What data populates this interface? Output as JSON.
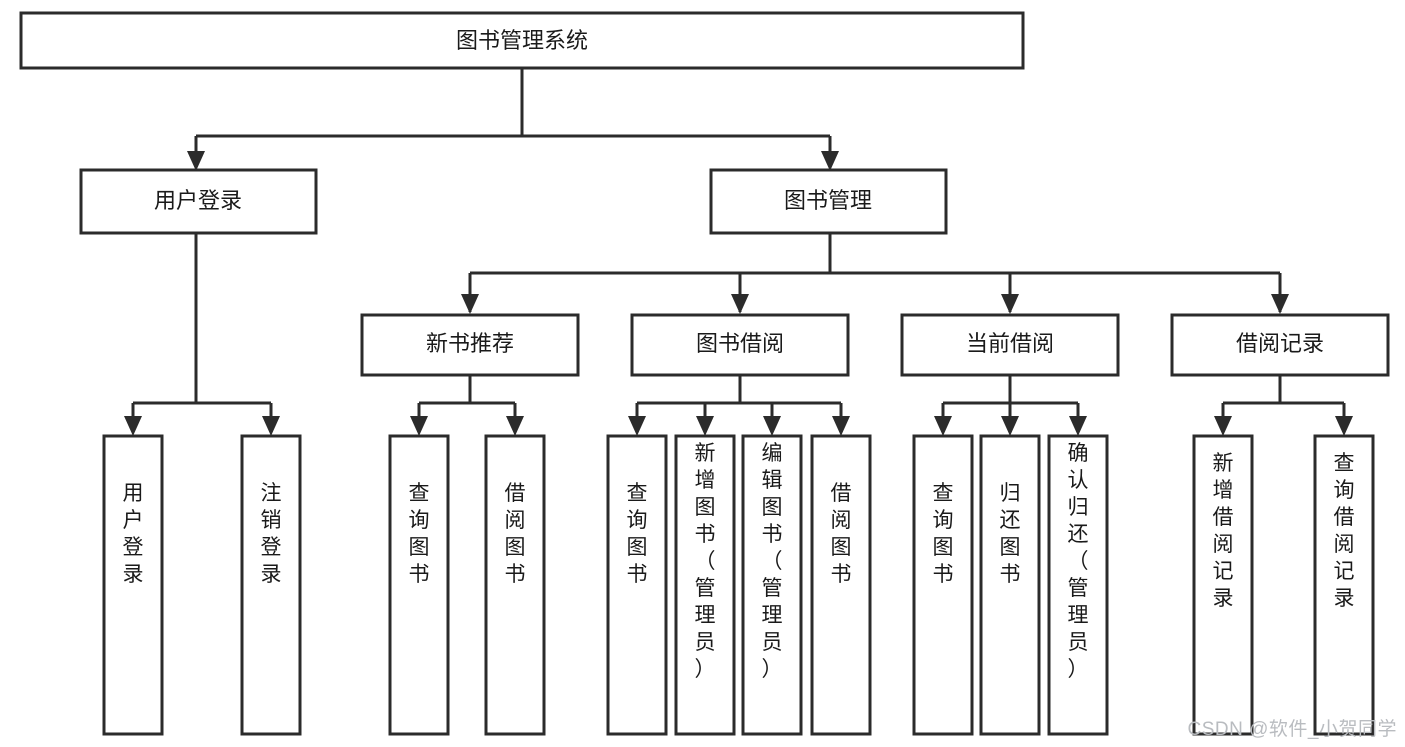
{
  "diagram": {
    "type": "tree",
    "title": "图书管理系统",
    "orientation": "top-down",
    "levels": 4,
    "root": {
      "label": "图书管理系统"
    },
    "level2": [
      {
        "label": "用户登录"
      },
      {
        "label": "图书管理"
      }
    ],
    "level3": [
      {
        "label": "新书推荐"
      },
      {
        "label": "图书借阅"
      },
      {
        "label": "当前借阅"
      },
      {
        "label": "借阅记录"
      }
    ],
    "leaves": {
      "user_login": [
        {
          "label": "用户登录"
        },
        {
          "label": "注销登录"
        }
      ],
      "new_book_recommend": [
        {
          "label": "查询图书"
        },
        {
          "label": "借阅图书"
        }
      ],
      "book_borrow": [
        {
          "label": "查询图书"
        },
        {
          "label": "新增图书（管理员）"
        },
        {
          "label": "编辑图书（管理员）"
        },
        {
          "label": "借阅图书"
        }
      ],
      "current_borrow": [
        {
          "label": "查询图书"
        },
        {
          "label": "归还图书"
        },
        {
          "label": "确认归还（管理员）"
        }
      ],
      "borrow_record": [
        {
          "label": "新增借阅记录"
        },
        {
          "label": "查询借阅记录"
        }
      ]
    }
  },
  "watermark": {
    "text": "CSDN @软件_小贺同学"
  },
  "colors": {
    "stroke": "#2b2b2b",
    "box_fill": "#ffffff",
    "text": "#1a1a1a",
    "watermark": "#b9bcc0",
    "background": "#ffffff"
  }
}
